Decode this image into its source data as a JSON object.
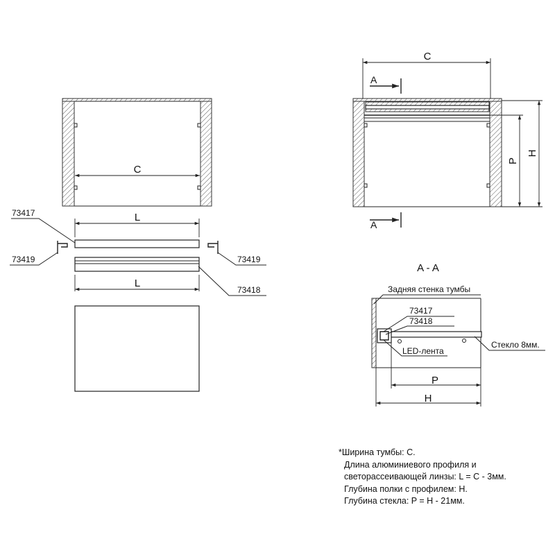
{
  "front_view": {
    "dim_width": "C",
    "dim_profile_top": "L",
    "dim_profile_bottom": "L",
    "part_profile": "73417",
    "part_lens": "73418",
    "part_cap_left": "73419",
    "part_cap_right": "73419"
  },
  "side_view": {
    "dim_width": "C",
    "section_mark_top": "A",
    "section_mark_bottom": "A",
    "dim_depth_glass": "P",
    "dim_depth_total": "H"
  },
  "section": {
    "title": "A - A",
    "label_back_wall": "Задняя стенка тумбы",
    "label_profile": "73417",
    "label_lens": "73418",
    "label_led": "LED-лента",
    "label_glass": "Стекло 8мм.",
    "dim_glass": "P",
    "dim_total": "H"
  },
  "notes": [
    "*Ширина тумбы: С.",
    "Длина алюминиевого профиля и",
    "светорассеивающей линзы: L = C - 3мм.",
    "Глубина полки с профилем: Н.",
    "Глубина стекла: P = H - 21мм."
  ]
}
